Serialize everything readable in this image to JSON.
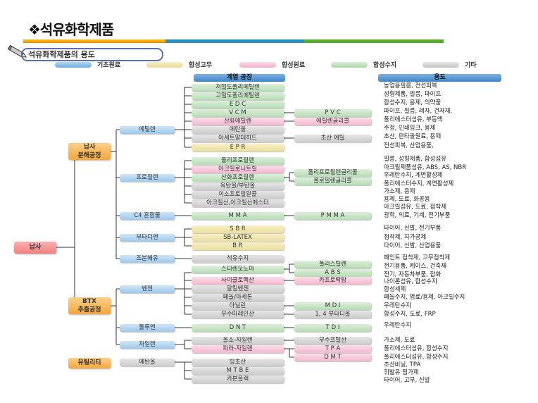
{
  "title": "❖석유화학제품",
  "subtitle": "석유화학제품의 용도",
  "colors": {
    "orange": "#f5a623",
    "blue": "#2b8fc4",
    "green": "#5aad2c"
  },
  "legend": [
    {
      "label": "기초원료",
      "type": "base"
    },
    {
      "label": "합성고무",
      "type": "rubber"
    },
    {
      "label": "합성원료",
      "type": "raw"
    },
    {
      "label": "합성수지",
      "type": "resin"
    },
    {
      "label": "기타",
      "type": "other"
    }
  ],
  "headers": {
    "plants": "계열 공장",
    "uses": "용도"
  },
  "root": "납사",
  "processes": [
    "납사\n분해공정",
    "BTX\n추출공정",
    "유틸리티"
  ],
  "level1": [
    {
      "label": "에틸렌",
      "type": "base"
    },
    {
      "label": "프로필렌",
      "type": "base"
    },
    {
      "label": "C4 혼합물",
      "type": "base"
    },
    {
      "label": "부타디엔",
      "type": "base"
    },
    {
      "label": "조분해유",
      "type": "base"
    },
    {
      "label": "벤젠",
      "type": "base"
    },
    {
      "label": "톨루엔",
      "type": "base"
    },
    {
      "label": "자일렌",
      "type": "base"
    },
    {
      "label": "메탄올",
      "type": "other"
    }
  ],
  "level2": [
    {
      "label": "저밀도폴리에틸렌",
      "type": "resin"
    },
    {
      "label": "고밀도폴리에틸렌",
      "type": "resin"
    },
    {
      "label": "E D C",
      "type": "resin"
    },
    {
      "label": "V C M",
      "type": "resin"
    },
    {
      "label": "산화에틸렌",
      "type": "raw"
    },
    {
      "label": "에탄올",
      "type": "other"
    },
    {
      "label": "아세트알데히드",
      "type": "other"
    },
    {
      "label": "E P R",
      "type": "rubber"
    },
    {
      "label": "폴리프로필렌",
      "type": "resin"
    },
    {
      "label": "아크릴로니트릴",
      "type": "raw"
    },
    {
      "label": "산화프로필렌",
      "type": "resin"
    },
    {
      "label": "옥탄올/부탄올",
      "type": "other"
    },
    {
      "label": "이소프로필알콜",
      "type": "other"
    },
    {
      "label": "아크릴산,아크릴산에스터",
      "type": "other"
    },
    {
      "label": "M M A",
      "type": "resin"
    },
    {
      "label": "S B R",
      "type": "rubber"
    },
    {
      "label": "SB-LATEX",
      "type": "rubber"
    },
    {
      "label": "B R",
      "type": "rubber"
    },
    {
      "label": "석유수지",
      "type": "other"
    },
    {
      "label": "스티렌모노마",
      "type": "resin"
    },
    {
      "label": "사이클로헥산",
      "type": "raw"
    },
    {
      "label": "알킬벤젠",
      "type": "other"
    },
    {
      "label": "페놀/아세톤",
      "type": "other"
    },
    {
      "label": "아닐린",
      "type": "other"
    },
    {
      "label": "무수마레인산",
      "type": "other"
    },
    {
      "label": "D N T",
      "type": "resin"
    },
    {
      "label": "올소-자일렌",
      "type": "other"
    },
    {
      "label": "파라-자일렌",
      "type": "raw"
    },
    {
      "label": "빙초산",
      "type": "other"
    },
    {
      "label": "M T B E",
      "type": "other"
    },
    {
      "label": "카본블랙",
      "type": "other"
    }
  ],
  "level3": [
    {
      "label": "P V C",
      "type": "resin"
    },
    {
      "label": "에틸렌글리콜",
      "type": "raw"
    },
    {
      "label": "초산 에틸",
      "type": "other"
    },
    {
      "label": "폴리프로필렌글리콜",
      "type": "resin"
    },
    {
      "label": "폴로필렌글리콜",
      "type": "resin"
    },
    {
      "label": "P M M A",
      "type": "resin"
    },
    {
      "label": "폴리스틸렌",
      "type": "resin"
    },
    {
      "label": "A B S",
      "type": "resin"
    },
    {
      "label": "카프로락탐",
      "type": "raw"
    },
    {
      "label": "M D I",
      "type": "resin"
    },
    {
      "label": "1, 4 부타디올",
      "type": "other"
    },
    {
      "label": "T D I",
      "type": "resin"
    },
    {
      "label": "무수프탈산",
      "type": "other"
    },
    {
      "label": "T P A",
      "type": "raw"
    },
    {
      "label": "D M T",
      "type": "raw"
    }
  ],
  "uses": [
    "농업용필름, 전선피복",
    "성형제품, 필름, 파이프",
    "합성수지, 용제, 의약품",
    "파이프, 필름, 레자, 건자재,",
    "폴리에스터섬유, 부동액",
    "주정, 인쇄잉크, 용제",
    "초산, 판타올원료, 용제",
    "전선피복, 산업용품,",
    "필름, 성형제품, 합성섬유",
    "아크릴제품섬유, ABS, AS, NBR",
    "우레탄수지, 계면활성제",
    "폴리에스터수지, 계면활성제",
    "가소제, 용제",
    "용제, 도료, 화공용",
    "아크릴섬유, 도료, 접착제",
    "광학, 의료, 기계, 전기부품",
    "타이어, 신발, 전기부품",
    "접착제, 지가공제",
    "타이어, 신발, 산업용품",
    "페인트 접착제, 고무접착제",
    "전기용품, 케이스, 건축재",
    "전기, 자동차부품, 잡화",
    "나이론섬유, 합성수지",
    "합성세제",
    "페놀수지, 염료/용제, 아크릴수지",
    "우레탄수지",
    "합성수지, 도료, FRP",
    "우레탄수지",
    "가소제, 도료",
    "폴리에스터섬유, 합성수지",
    "폴리에스터섬유, 합성수지",
    "초산비닐, TPA",
    "휘발유 첨가제",
    "타이어, 고무, 신발"
  ]
}
